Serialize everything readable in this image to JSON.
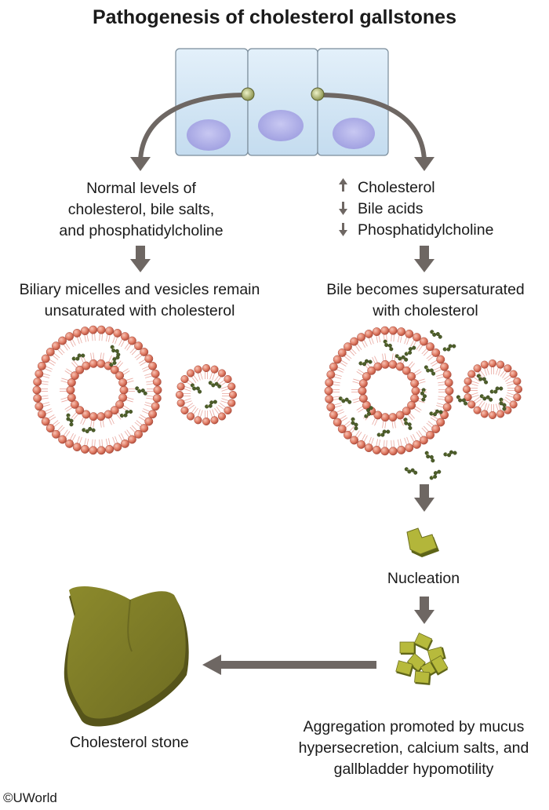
{
  "title": "Pathogenesis of cholesterol gallstones",
  "left_branch": {
    "levels_line1": "Normal levels of",
    "levels_line2": "cholesterol, bile salts,",
    "levels_line3": "and phosphatidylcholine",
    "result_line1": "Biliary micelles and vesicles remain",
    "result_line2": "unsaturated with cholesterol"
  },
  "right_branch": {
    "changes": [
      {
        "direction": "up",
        "label": "Cholesterol"
      },
      {
        "direction": "down",
        "label": "Bile acids"
      },
      {
        "direction": "down",
        "label": "Phosphatidylcholine"
      }
    ],
    "result_line1": "Bile becomes supersaturated",
    "result_line2": "with cholesterol"
  },
  "nucleation_label": "Nucleation",
  "aggregation": {
    "line1": "Aggregation promoted by mucus",
    "line2": "hypersecretion, calcium salts, and",
    "line3": "gallbladder hypomotility"
  },
  "stone_label": "Cholesterol stone",
  "copyright": "©UWorld",
  "colors": {
    "arrow": "#6e6763",
    "cell_fill": "#cfe4f3",
    "nucleus": "#a9a9e6",
    "lipid_head": "#e2826e",
    "cholesterol": "#4d5e2a",
    "stone": "#7b7b2a"
  }
}
